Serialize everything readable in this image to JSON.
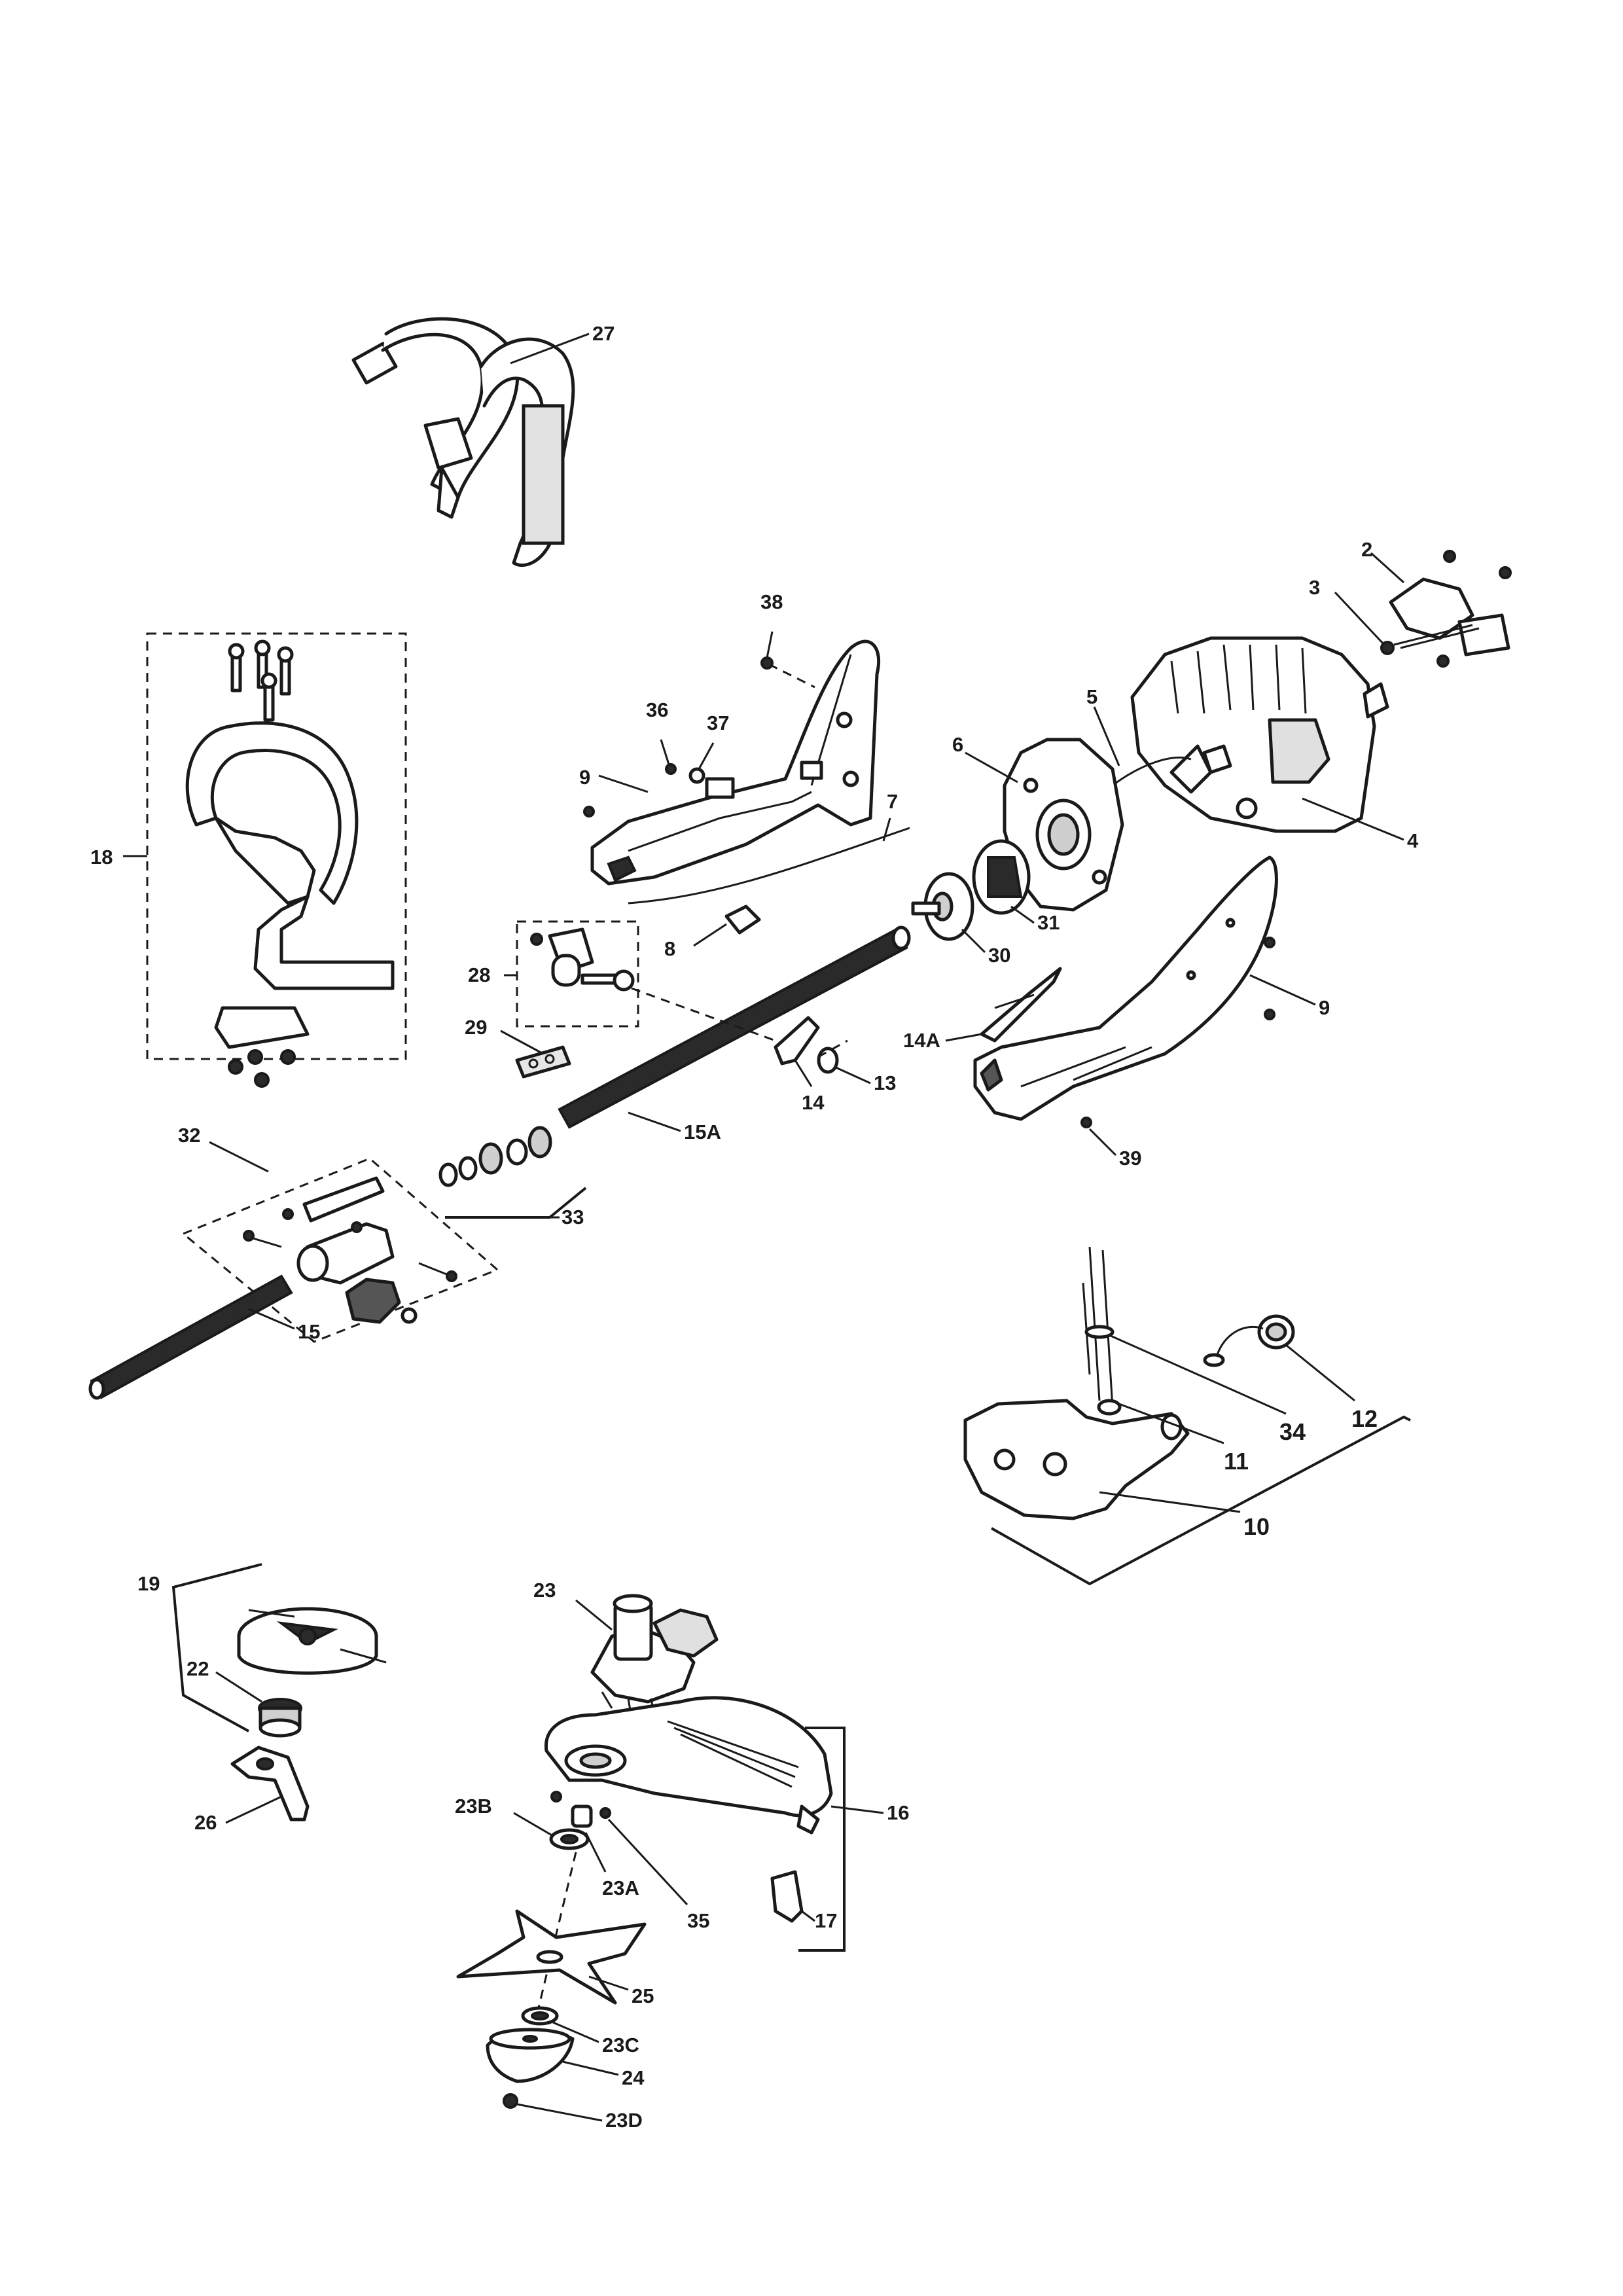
{
  "diagram": {
    "labels": {
      "l27": "27",
      "l2": "2",
      "l3": "3",
      "l38": "38",
      "l36": "36",
      "l37": "37",
      "l5": "5",
      "l6": "6",
      "l4": "4",
      "l9a": "9",
      "l7": "7",
      "l18": "18",
      "l28": "28",
      "l8": "8",
      "l30": "30",
      "l31": "31",
      "l9b": "9",
      "l29": "29",
      "l14A": "14A",
      "l14": "14",
      "l13": "13",
      "l15A": "15A",
      "l32": "32",
      "l39": "39",
      "l33": "33",
      "l15": "15",
      "l12": "12",
      "l34": "34",
      "l11": "11",
      "l10": "10",
      "l19": "19",
      "l23": "23",
      "l22": "22",
      "l16": "16",
      "l26": "26",
      "l23B": "23B",
      "l23A": "23A",
      "l35": "35",
      "l17": "17",
      "l25": "25",
      "l23C": "23C",
      "l24": "24",
      "l23D": "23D"
    }
  }
}
